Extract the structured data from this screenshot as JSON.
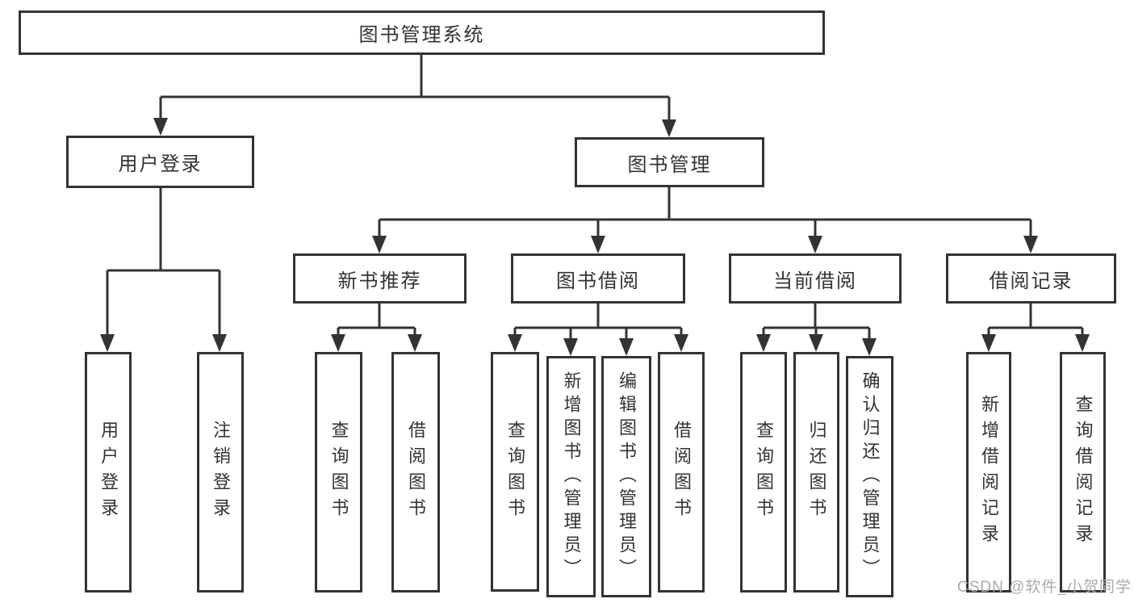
{
  "nodes": {
    "root": {
      "label": "图书管理系统"
    },
    "user_login": {
      "label": "用户登录"
    },
    "book_management": {
      "label": "图书管理"
    },
    "new_book_recommend": {
      "label": "新书推荐"
    },
    "book_borrow": {
      "label": "图书借阅"
    },
    "current_borrow": {
      "label": "当前借阅"
    },
    "borrow_records": {
      "label": "借阅记录"
    },
    "leaf_user_login": {
      "label": "用户登录"
    },
    "leaf_logout": {
      "label": "注销登录"
    },
    "leaf_query_books_recommend": {
      "label": "查询图书"
    },
    "leaf_borrow_books_recommend": {
      "label": "借阅图书"
    },
    "leaf_query_books_borrow": {
      "label": "查询图书"
    },
    "leaf_add_books_admin": {
      "label": "新增图书（管理员）"
    },
    "leaf_edit_books_admin": {
      "label": "编辑图书（管理员）"
    },
    "leaf_borrow_books_borrow": {
      "label": "借阅图书"
    },
    "leaf_query_books_current": {
      "label": "查询图书"
    },
    "leaf_return_books": {
      "label": "归还图书"
    },
    "leaf_confirm_return_admin": {
      "label": "确认归还（管理员）"
    },
    "leaf_add_borrow_record": {
      "label": "新增借阅记录"
    },
    "leaf_query_borrow_record": {
      "label": "查询借阅记录"
    }
  },
  "hierarchy": {
    "root": "图书管理系统",
    "children": [
      {
        "label": "用户登录",
        "children": [
          "用户登录",
          "注销登录"
        ]
      },
      {
        "label": "图书管理",
        "children": [
          {
            "label": "新书推荐",
            "children": [
              "查询图书",
              "借阅图书"
            ]
          },
          {
            "label": "图书借阅",
            "children": [
              "查询图书",
              "新增图书（管理员）",
              "编辑图书（管理员）",
              "借阅图书"
            ]
          },
          {
            "label": "当前借阅",
            "children": [
              "查询图书",
              "归还图书",
              "确认归还（管理员）"
            ]
          },
          {
            "label": "借阅记录",
            "children": [
              "新增借阅记录",
              "查询借阅记录"
            ]
          }
        ]
      }
    ]
  },
  "watermark": {
    "text": "CSDN @软件_小贺同学"
  },
  "colors": {
    "line": "#333333",
    "text": "#333333",
    "background": "#ffffff",
    "watermark": "#ababab"
  }
}
